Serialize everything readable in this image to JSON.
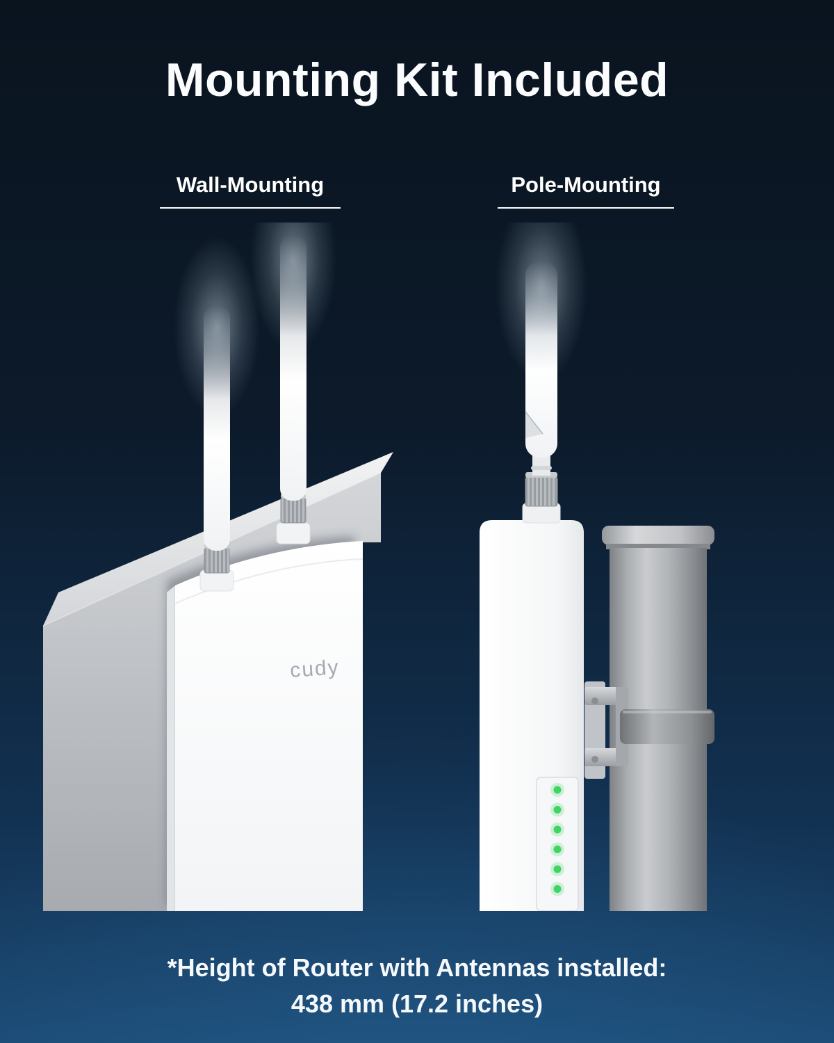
{
  "page": {
    "title": "Mounting Kit Included",
    "background_top": "#0a141f",
    "background_bottom": "#1d4e78"
  },
  "mounting_options": {
    "wall": {
      "label": "Wall-Mounting"
    },
    "pole": {
      "label": "Pole-Mounting"
    }
  },
  "device": {
    "brand": "cudy",
    "led_count": 6,
    "led_color": "#3fd463"
  },
  "footnote": {
    "line1": "*Height of Router with Antennas installed:",
    "line2": "438 mm (17.2 inches)"
  }
}
